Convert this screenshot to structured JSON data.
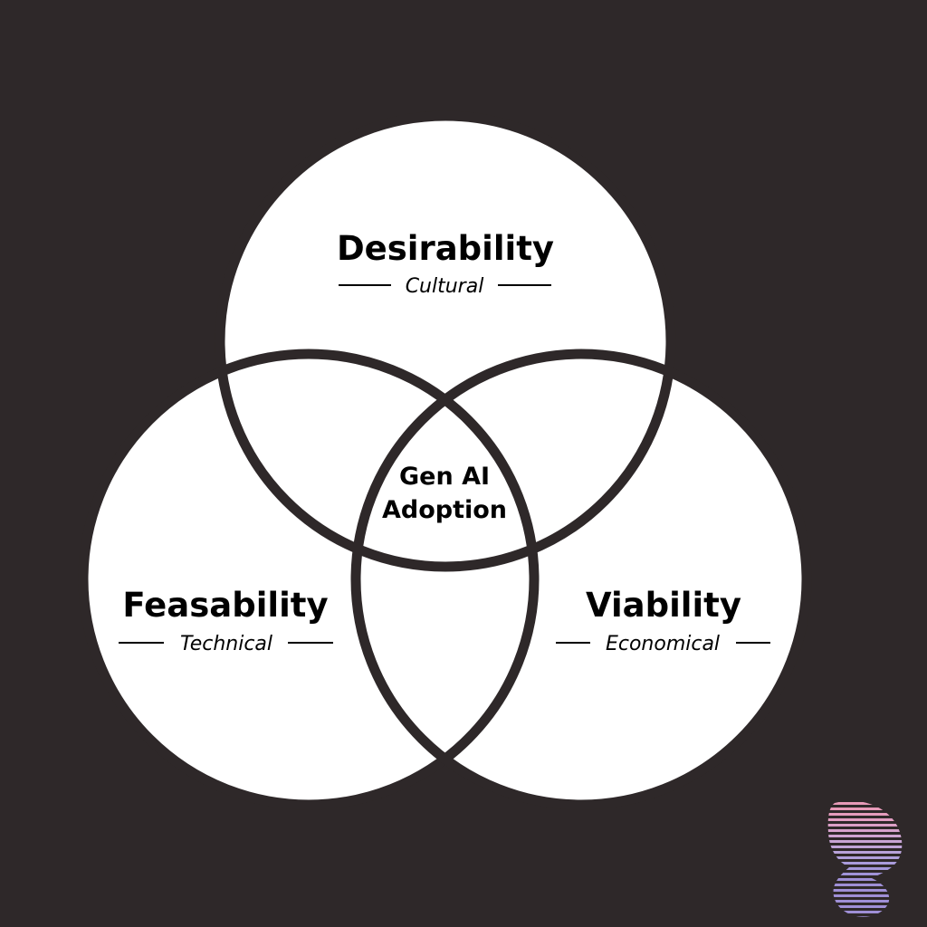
{
  "colors": {
    "background": "#2e2829",
    "circle_fill": "#ffffff",
    "circle_outline": "#2e2829",
    "text": "#000000",
    "logo_pink": "#e79ab8",
    "logo_purple": "#9f8fd6"
  },
  "circles": {
    "top": {
      "title": "Desirability",
      "subtitle": "Cultural"
    },
    "left": {
      "title": "Feasability",
      "subtitle": "Technical"
    },
    "right": {
      "title": "Viability",
      "subtitle": "Economical"
    }
  },
  "center": {
    "line1": "Gen AI",
    "line2": "Adoption"
  },
  "logo": {
    "icon": "butterfly-logo-icon"
  }
}
